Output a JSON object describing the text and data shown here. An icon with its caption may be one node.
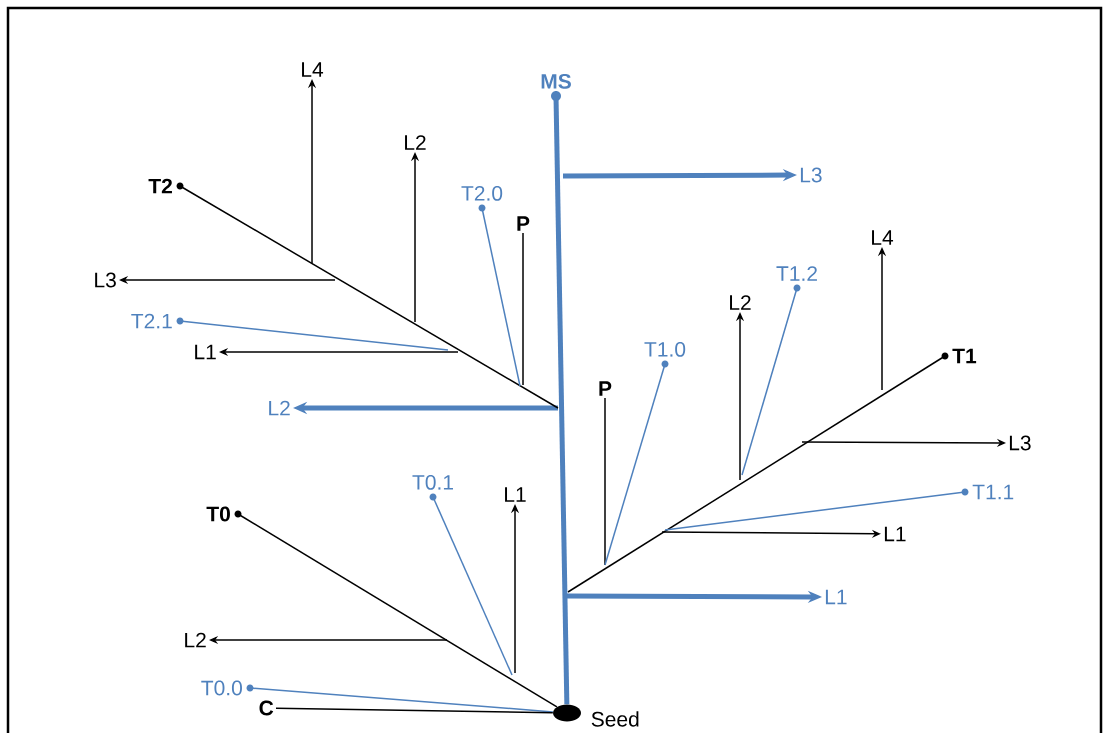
{
  "diagram": {
    "nodes": [
      {
        "text": [
          "MS"
        ]
      },
      {
        "text": [
          "L4"
        ]
      },
      {
        "text": [
          "L2"
        ]
      },
      {
        "text": [
          "L3"
        ]
      },
      {
        "text": [
          "T2"
        ]
      },
      {
        "text": [
          "T2.0"
        ]
      },
      {
        "text": [
          "P"
        ]
      },
      {
        "text": [
          "L4"
        ]
      },
      {
        "text": [
          "L3"
        ]
      },
      {
        "text": [
          "T1.2"
        ]
      },
      {
        "text": [
          "L2"
        ]
      },
      {
        "text": [
          "T2.1"
        ]
      },
      {
        "text": [
          "L1"
        ]
      },
      {
        "text": [
          "T1.0"
        ]
      },
      {
        "text": [
          "T1"
        ]
      },
      {
        "text": [
          "L2"
        ]
      },
      {
        "text": [
          "P"
        ]
      },
      {
        "text": [
          "L3"
        ]
      },
      {
        "text": [
          "T0.1"
        ]
      },
      {
        "text": [
          "L1"
        ]
      },
      {
        "text": [
          "T1.1"
        ]
      },
      {
        "text": [
          "T0"
        ]
      },
      {
        "text": [
          "L1"
        ]
      },
      {
        "text": [
          "L1"
        ]
      },
      {
        "text": [
          "L2"
        ]
      },
      {
        "text": [
          "T0.0"
        ]
      },
      {
        "text": [
          "C"
        ]
      },
      {
        "text": [],
        "shape": "ellipse",
        "beside": [
          "Seed"
        ]
      }
    ],
    "edges": [
      {
        "from": 27,
        "to": 0,
        "arrow": "none",
        "style": "thick",
        "color": "#4f81bd"
      },
      {
        "from": null,
        "to": 3,
        "arrow": "to",
        "style": "thick",
        "color": "#4f81bd"
      },
      {
        "from": null,
        "to": 15,
        "arrow": "to",
        "style": "thick",
        "color": "#4f81bd"
      },
      {
        "from": null,
        "to": 23,
        "arrow": "to",
        "style": "thick",
        "color": "#4f81bd"
      },
      {
        "from": null,
        "to": 4,
        "arrow": "none"
      },
      {
        "from": null,
        "to": 1,
        "arrow": "to"
      },
      {
        "from": null,
        "to": 8,
        "arrow": "to"
      },
      {
        "from": null,
        "to": 2,
        "arrow": "to"
      },
      {
        "from": null,
        "to": 12,
        "arrow": "to"
      },
      {
        "from": null,
        "to": 11,
        "arrow": "none",
        "color": "#4f81bd"
      },
      {
        "from": null,
        "to": 5,
        "arrow": "none",
        "color": "#4f81bd"
      },
      {
        "from": null,
        "to": 6,
        "arrow": "none"
      },
      {
        "from": null,
        "to": 14,
        "arrow": "none"
      },
      {
        "from": null,
        "to": 16,
        "arrow": "none"
      },
      {
        "from": null,
        "to": 13,
        "arrow": "none",
        "color": "#4f81bd"
      },
      {
        "from": null,
        "to": 22,
        "arrow": "to"
      },
      {
        "from": null,
        "to": 20,
        "arrow": "none",
        "color": "#4f81bd"
      },
      {
        "from": null,
        "to": 10,
        "arrow": "to"
      },
      {
        "from": null,
        "to": 9,
        "arrow": "none",
        "color": "#4f81bd"
      },
      {
        "from": null,
        "to": 17,
        "arrow": "to"
      },
      {
        "from": null,
        "to": 7,
        "arrow": "to"
      },
      {
        "from": 27,
        "to": 21,
        "arrow": "none"
      },
      {
        "from": null,
        "to": 24,
        "arrow": "to"
      },
      {
        "from": null,
        "to": 18,
        "arrow": "none",
        "color": "#4f81bd"
      },
      {
        "from": null,
        "to": 19,
        "arrow": "to"
      },
      {
        "from": 27,
        "to": 25,
        "arrow": "none",
        "color": "#4f81bd"
      },
      {
        "from": 26,
        "to": 27,
        "arrow": "none"
      }
    ]
  }
}
